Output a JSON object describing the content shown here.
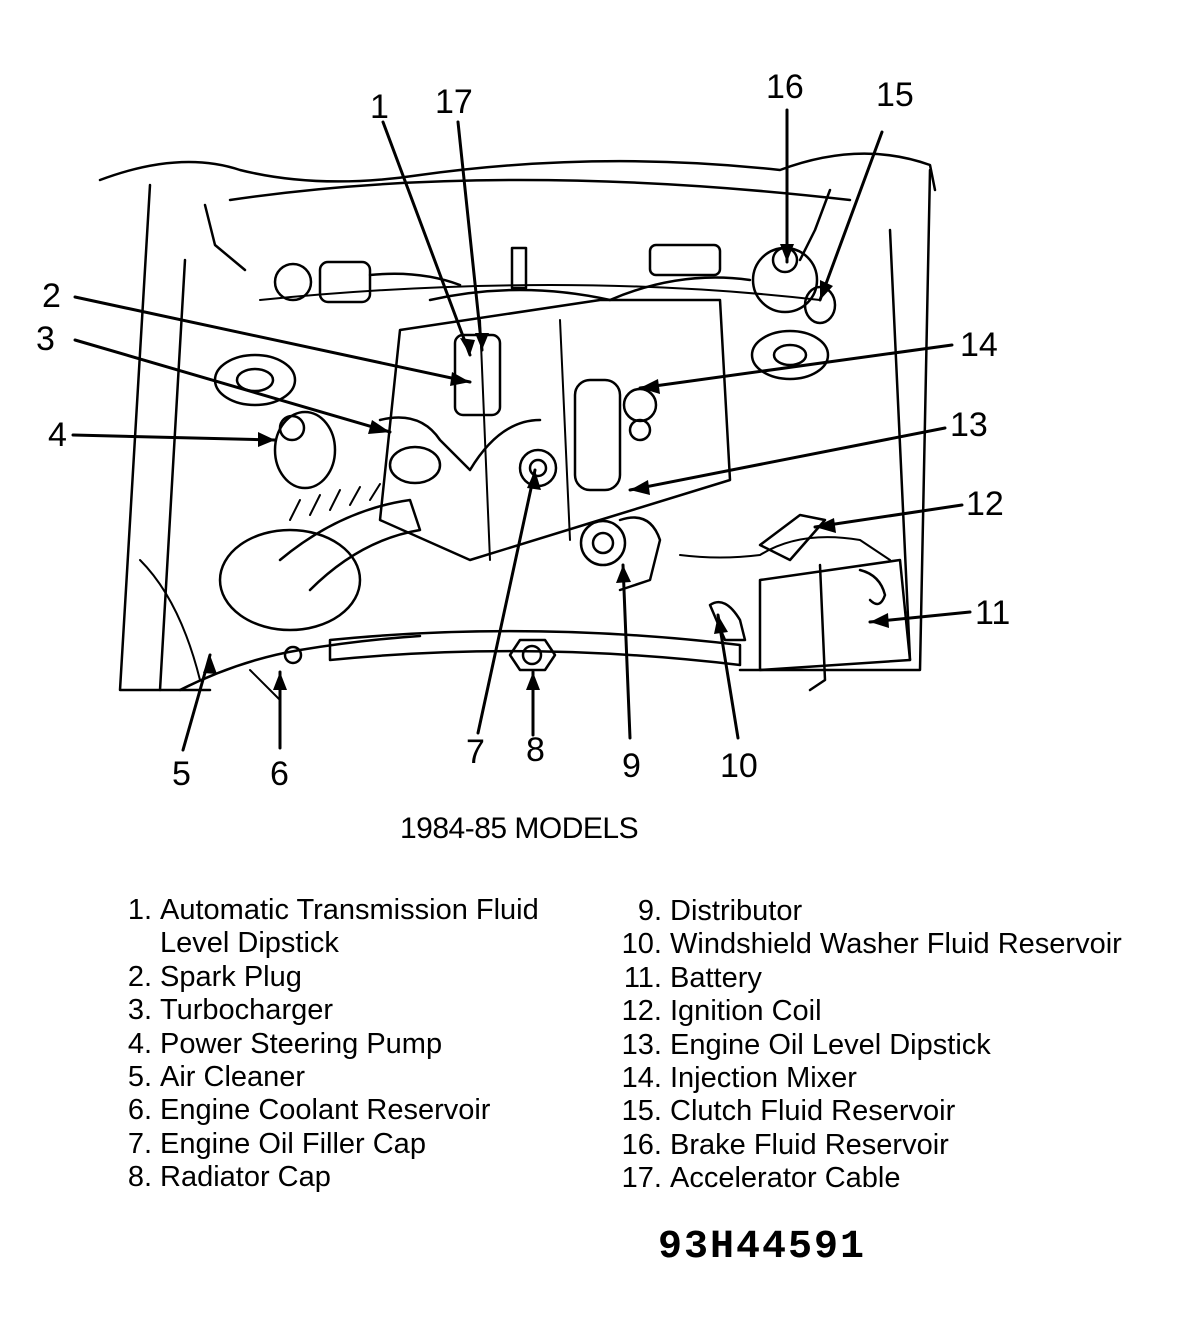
{
  "callouts": {
    "c1": "1",
    "c2": "2",
    "c3": "3",
    "c4": "4",
    "c5": "5",
    "c6": "6",
    "c7": "7",
    "c8": "8",
    "c9": "9",
    "c10": "10",
    "c11": "11",
    "c12": "12",
    "c13": "13",
    "c14": "14",
    "c15": "15",
    "c16": "16",
    "c17": "17"
  },
  "caption": "1984-85 MODELS",
  "legend_left": [
    {
      "num": "1.",
      "label": "Automatic Transmission Fluid",
      "cont": "Level Dipstick"
    },
    {
      "num": "2.",
      "label": "Spark Plug"
    },
    {
      "num": "3.",
      "label": "Turbocharger"
    },
    {
      "num": "4.",
      "label": "Power Steering Pump"
    },
    {
      "num": "5.",
      "label": "Air Cleaner"
    },
    {
      "num": "6.",
      "label": "Engine Coolant Reservoir"
    },
    {
      "num": "7.",
      "label": "Engine Oil Filler Cap"
    },
    {
      "num": "8.",
      "label": "Radiator Cap"
    }
  ],
  "legend_right": [
    {
      "num": "9.",
      "label": "Distributor"
    },
    {
      "num": "10.",
      "label": "Windshield Washer Fluid Reservoir"
    },
    {
      "num": "11.",
      "label": "Battery"
    },
    {
      "num": "12.",
      "label": "Ignition Coil"
    },
    {
      "num": "13.",
      "label": "Engine Oil Level Dipstick"
    },
    {
      "num": "14.",
      "label": "Injection Mixer"
    },
    {
      "num": "15.",
      "label": "Clutch Fluid Reservoir"
    },
    {
      "num": "16.",
      "label": "Brake Fluid Reservoir"
    },
    {
      "num": "17.",
      "label": "Accelerator Cable"
    }
  ],
  "figure_code": "93H44591"
}
